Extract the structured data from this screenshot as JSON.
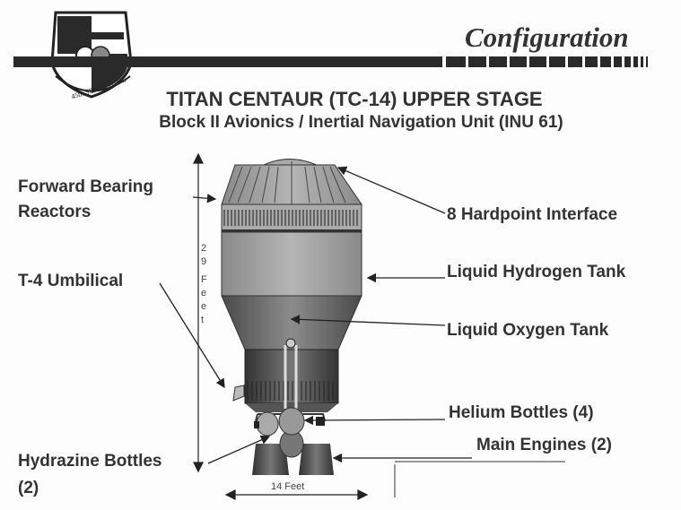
{
  "header": {
    "section": "Configuration",
    "emblem_text": "45th SPACE WING",
    "title": "TITAN CENTAUR (TC-14)  UPPER STAGE",
    "subtitle": "Block II Avionics / Inertial Navigation Unit (INU 61)"
  },
  "labels": {
    "forward_bearing_1": "Forward Bearing",
    "forward_bearing_2": "Reactors",
    "hardpoint": "8 Hardpoint Interface",
    "umbilical": "T-4 Umbilical",
    "lh2": "Liquid Hydrogen Tank",
    "lox": "Liquid Oxygen Tank",
    "helium": "Helium Bottles (4)",
    "engines": "Main Engines (2)",
    "hydrazine_1": "Hydrazine Bottles",
    "hydrazine_2": "(2)"
  },
  "dimensions": {
    "height_digits": [
      "2",
      "9"
    ],
    "height_unit": [
      "F",
      "e",
      "e",
      "t"
    ],
    "width": "14 Feet"
  }
}
